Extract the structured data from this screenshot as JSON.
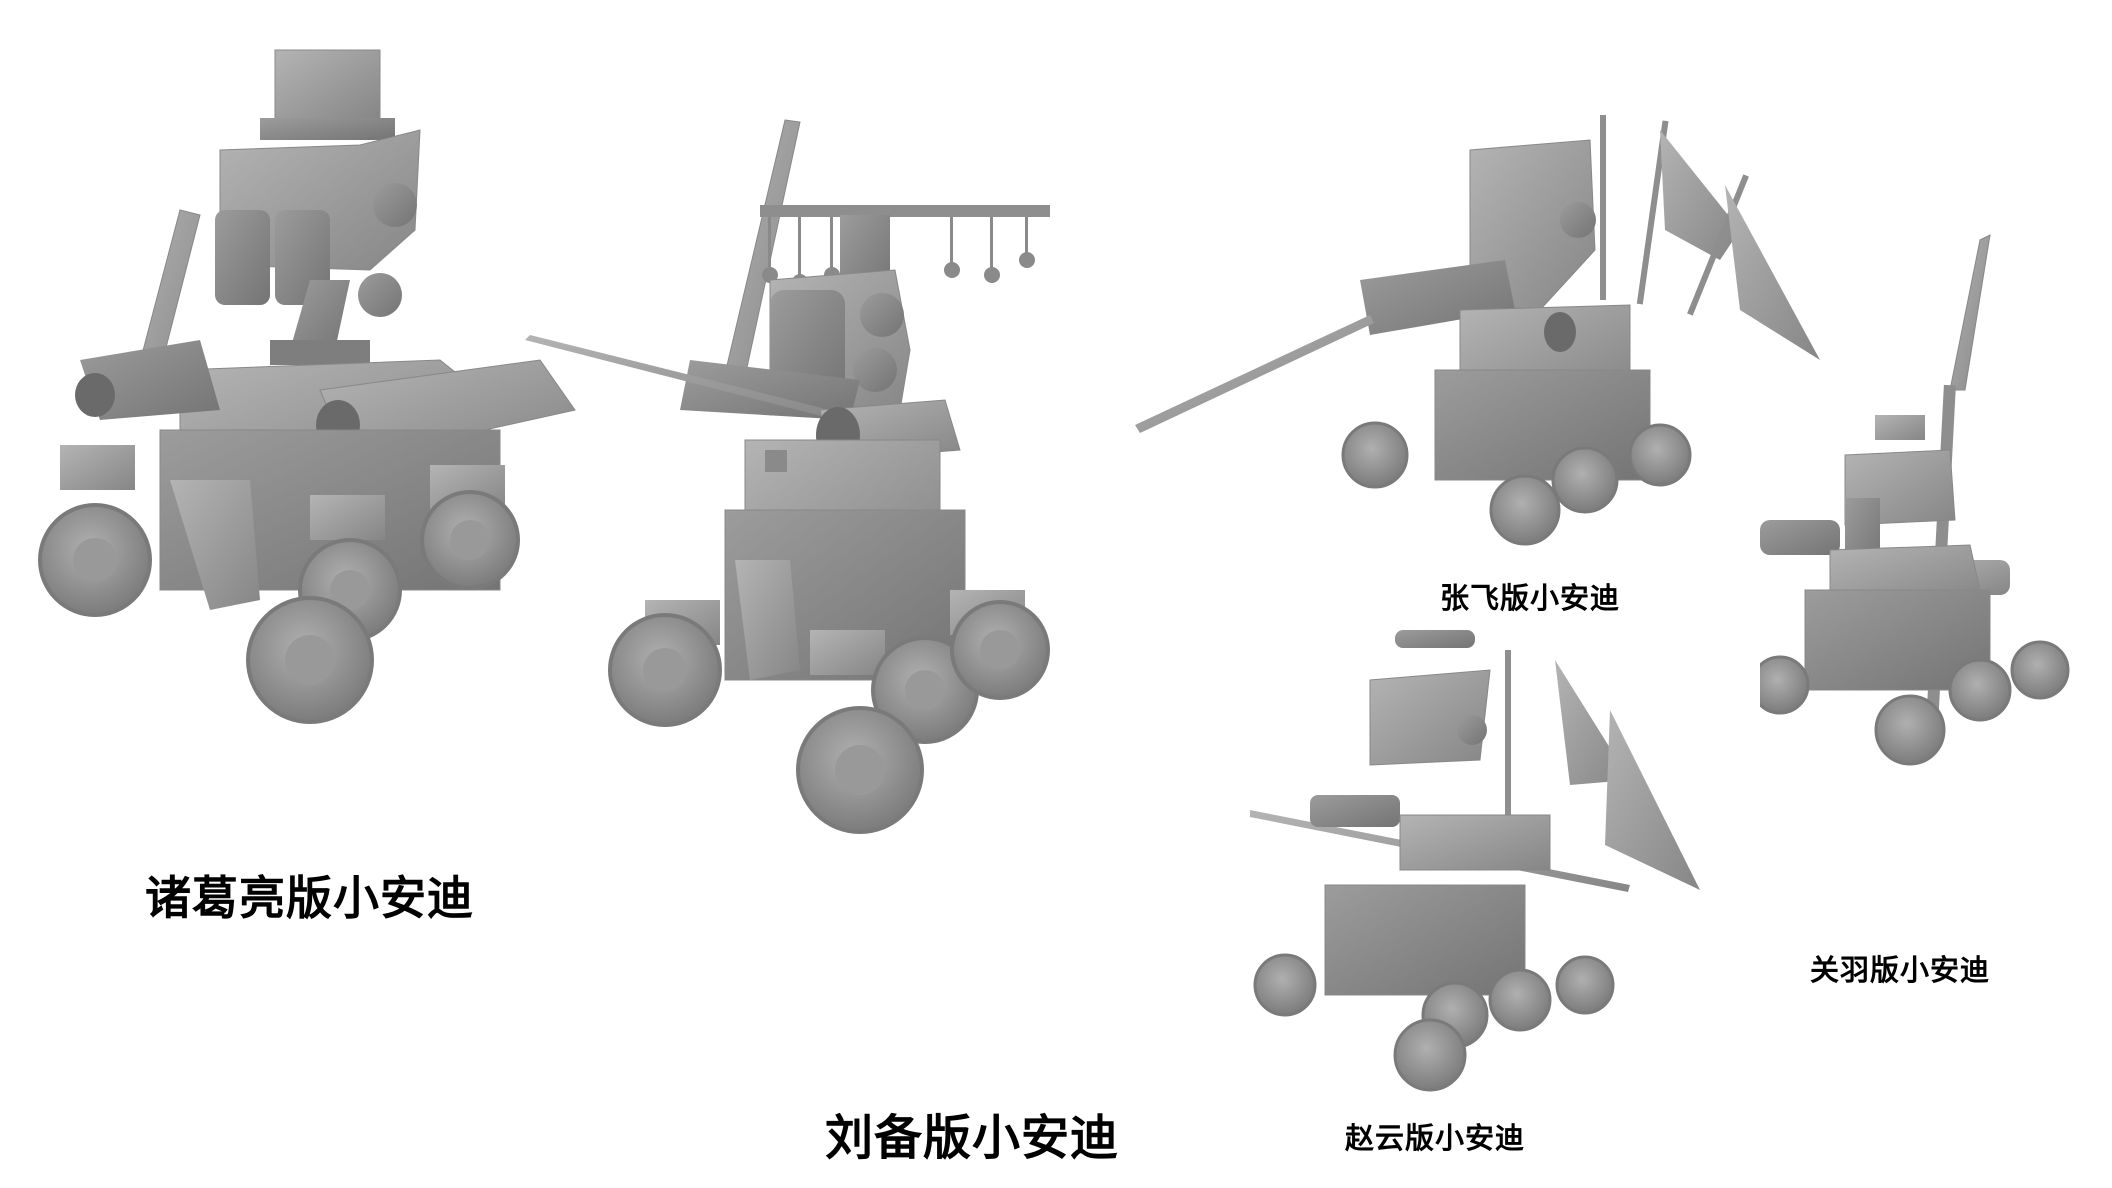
{
  "figure": {
    "background": "#ffffff",
    "render_color": "#9a9a9a",
    "robots": [
      {
        "id": "zhuge-liang",
        "label": "诸葛亮版小安迪",
        "accessory": "fan and tall hat"
      },
      {
        "id": "liu-bei",
        "label": "刘备版小安迪",
        "accessory": "sword, spear and beaded crown"
      },
      {
        "id": "zhang-fei",
        "label": "张飞版小安迪",
        "accessory": "serpent spear and flags"
      },
      {
        "id": "zhao-yun",
        "label": "赵云版小安迪",
        "accessory": "spear and flags"
      },
      {
        "id": "guan-yu",
        "label": "关羽版小安迪",
        "accessory": "crescent blade"
      }
    ]
  }
}
